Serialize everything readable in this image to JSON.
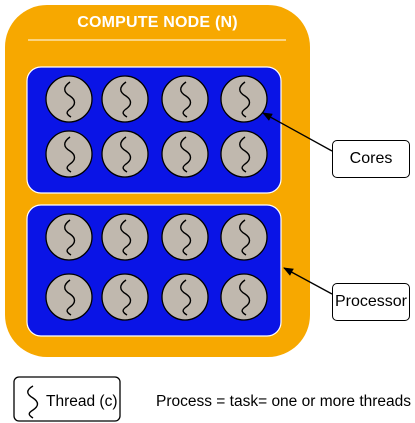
{
  "node": {
    "title": "COMPUTE NODE (N)",
    "colors": {
      "node_fill": "#f7a800",
      "processor_fill": "#0a14e6",
      "core_fill": "#c0b8ae",
      "divider": "#ffffff"
    }
  },
  "processors": [
    {
      "rows": 2,
      "cores_per_row": 4
    },
    {
      "rows": 2,
      "cores_per_row": 4
    }
  ],
  "callouts": {
    "cores": "Cores",
    "processor": "Processor"
  },
  "legend": {
    "thread_label": "Thread (c)",
    "description": "Process = task= one or more threads"
  },
  "icons": {
    "core": "thread-squiggle-icon",
    "thread": "thread-squiggle-icon"
  }
}
